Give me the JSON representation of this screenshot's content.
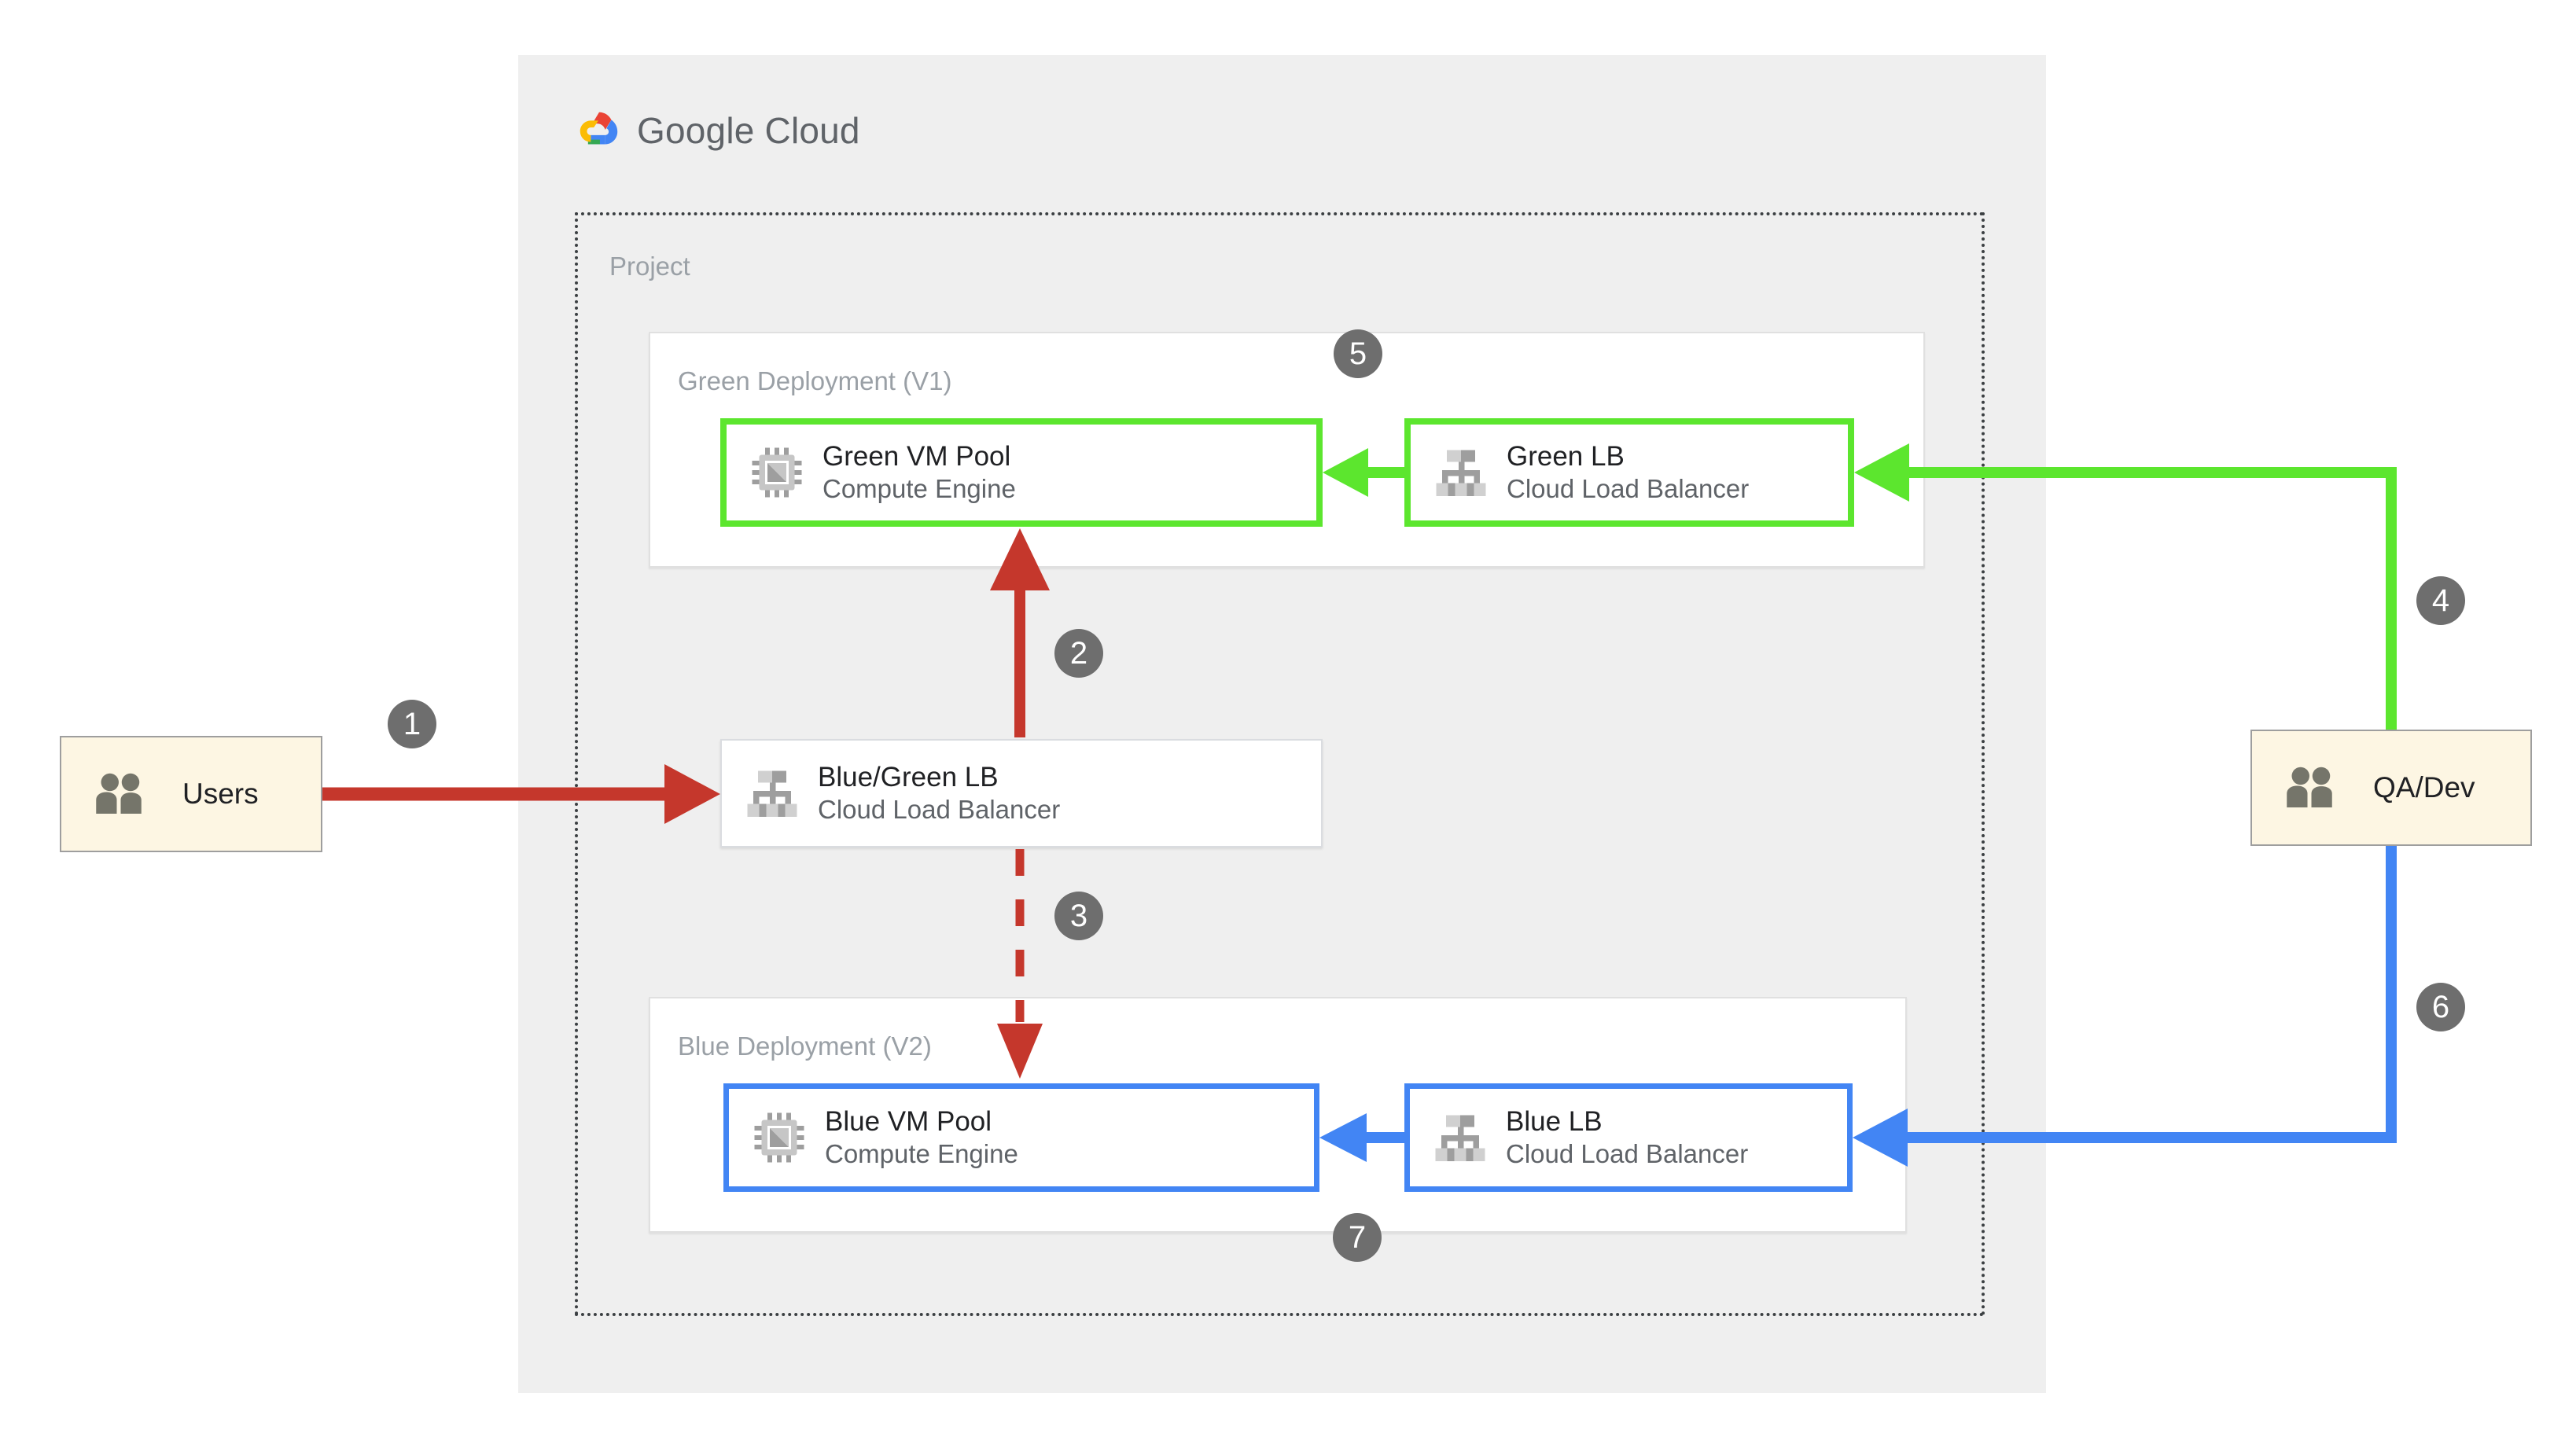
{
  "cloud": {
    "provider_word1": "Google",
    "provider_word2": "Cloud",
    "logo_icon": "google-cloud-logo-icon",
    "project_label": "Project"
  },
  "groups": [
    {
      "id": "green",
      "label": "Green Deployment (V1)",
      "accent": "#5ce62e"
    },
    {
      "id": "blue",
      "label": "Blue Deployment (V2)",
      "accent": "#4285f4"
    }
  ],
  "cards": {
    "green_vm": {
      "title": "Green VM Pool",
      "subtitle": "Compute Engine",
      "icon": "compute-engine-icon",
      "border_color": "#5ce62e"
    },
    "green_lb": {
      "title": "Green LB",
      "subtitle": "Cloud Load Balancer",
      "icon": "cloud-load-balancer-icon",
      "border_color": "#5ce62e"
    },
    "bluegreen_lb": {
      "title": "Blue/Green LB",
      "subtitle": "Cloud Load Balancer",
      "icon": "cloud-load-balancer-icon",
      "border_color": "#dadce0"
    },
    "blue_vm": {
      "title": "Blue VM Pool",
      "subtitle": "Compute Engine",
      "icon": "compute-engine-icon",
      "border_color": "#4285f4"
    },
    "blue_lb": {
      "title": "Blue LB",
      "subtitle": "Cloud Load Balancer",
      "icon": "cloud-load-balancer-icon",
      "border_color": "#4285f4"
    }
  },
  "actors": {
    "users": {
      "label": "Users",
      "icon": "users-group-icon",
      "fill": "#fdf6e3"
    },
    "qa_dev": {
      "label": "QA/Dev",
      "icon": "users-group-icon",
      "fill": "#fdf6e3"
    }
  },
  "steps": [
    {
      "number": "1",
      "from": "Users",
      "to": "Blue/Green LB",
      "color": "#c5372c",
      "style": "solid"
    },
    {
      "number": "2",
      "from": "Blue/Green LB",
      "to": "Green VM Pool",
      "color": "#c5372c",
      "style": "solid"
    },
    {
      "number": "3",
      "from": "Blue/Green LB",
      "to": "Blue VM Pool",
      "color": "#c5372c",
      "style": "dashed"
    },
    {
      "number": "4",
      "from": "QA/Dev",
      "to": "Green LB",
      "color": "#5ce62e",
      "style": "solid"
    },
    {
      "number": "5",
      "from": "",
      "to": "Green Deployment (V1)",
      "color": "#6e6e6e",
      "style": "marker"
    },
    {
      "number": "6",
      "from": "QA/Dev",
      "to": "Blue LB",
      "color": "#4285f4",
      "style": "solid"
    },
    {
      "number": "7",
      "from": "",
      "to": "Blue Deployment (V2)",
      "color": "#6e6e6e",
      "style": "marker"
    }
  ],
  "colors": {
    "panel_bg": "#efefef",
    "project_border": "#3c4043",
    "green": "#5ce62e",
    "blue": "#4285f4",
    "red": "#c5372c",
    "badge": "#6e6e6e",
    "card_border": "#dadce0",
    "text_primary": "#202124",
    "text_secondary": "#5f6368",
    "text_muted": "#9aa0a6"
  }
}
